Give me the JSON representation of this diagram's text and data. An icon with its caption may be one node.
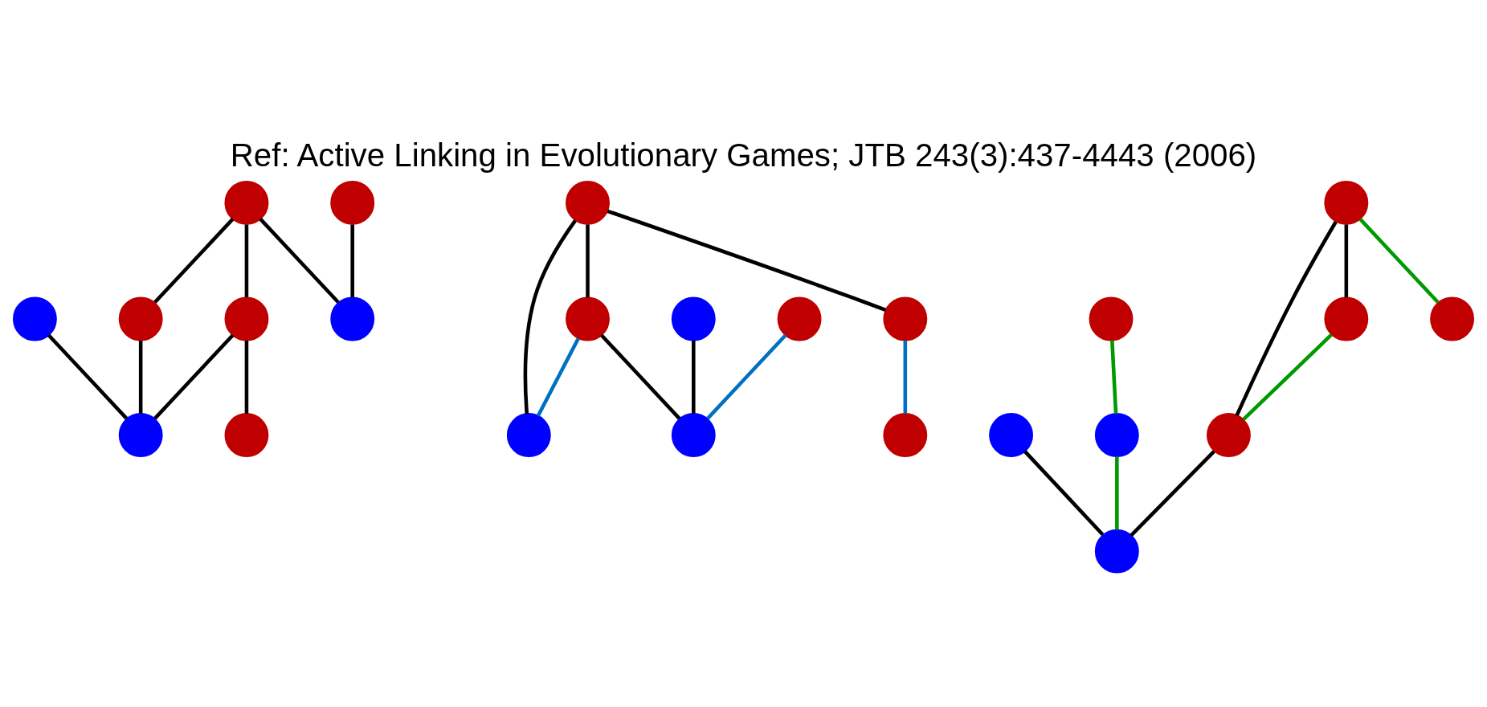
{
  "diagram": {
    "title": "Ref: Active Linking in Evolutionary Games; JTB 243(3):437-4443 (2006)",
    "nodes": [
      {
        "text": [],
        "shape": "circle"
      },
      {
        "text": [],
        "shape": "circle"
      },
      {
        "text": [],
        "shape": "circle"
      },
      {
        "text": [],
        "shape": "circle"
      },
      {
        "text": [],
        "shape": "circle"
      },
      {
        "text": [],
        "shape": "circle"
      },
      {
        "text": [],
        "shape": "circle"
      },
      {
        "text": [],
        "shape": "circle"
      },
      {
        "text": [],
        "shape": "circle"
      },
      {
        "text": [],
        "shape": "circle"
      },
      {
        "text": [],
        "shape": "circle"
      },
      {
        "text": [],
        "shape": "circle"
      },
      {
        "text": [],
        "shape": "circle"
      },
      {
        "text": [],
        "shape": "circle"
      },
      {
        "text": [],
        "shape": "circle"
      },
      {
        "text": [],
        "shape": "circle"
      },
      {
        "text": [],
        "shape": "circle"
      },
      {
        "text": [],
        "shape": "circle"
      },
      {
        "text": [],
        "shape": "circle"
      },
      {
        "text": [],
        "shape": "circle"
      },
      {
        "text": [],
        "shape": "circle"
      },
      {
        "text": [],
        "shape": "circle"
      },
      {
        "text": [],
        "shape": "circle"
      },
      {
        "text": [],
        "shape": "circle"
      }
    ],
    "edges": [
      {
        "from": 1,
        "to": 0,
        "arrow": "none"
      },
      {
        "from": 1,
        "to": 2,
        "arrow": "none"
      },
      {
        "from": 1,
        "to": 5,
        "arrow": "none"
      },
      {
        "from": 0,
        "to": 6,
        "arrow": "none"
      },
      {
        "from": 0,
        "to": 7,
        "arrow": "none"
      },
      {
        "from": 2,
        "to": 6,
        "arrow": "none"
      },
      {
        "from": 3,
        "to": 6,
        "arrow": "none"
      },
      {
        "from": 4,
        "to": 5,
        "arrow": "none"
      },
      {
        "from": 9,
        "to": 8,
        "arrow": "none"
      },
      {
        "from": 9,
        "to": 10,
        "arrow": "none"
      },
      {
        "from": 9,
        "to": 13,
        "arrow": "none"
      },
      {
        "from": 8,
        "to": 14,
        "arrow": "none"
      },
      {
        "from": 11,
        "to": 14,
        "arrow": "none"
      },
      {
        "from": 8,
        "to": 13,
        "arrow": "none",
        "color": "#0070c0"
      },
      {
        "from": 10,
        "to": 12,
        "arrow": "none",
        "color": "#0070c0"
      },
      {
        "from": 15,
        "to": 14,
        "arrow": "none",
        "color": "#0070c0"
      },
      {
        "from": 17,
        "to": 16,
        "arrow": "none"
      },
      {
        "from": 17,
        "to": 18,
        "arrow": "none"
      },
      {
        "from": 16,
        "to": 22,
        "arrow": "none"
      },
      {
        "from": 19,
        "to": 22,
        "arrow": "none"
      },
      {
        "from": 18,
        "to": 16,
        "arrow": "none",
        "color": "#009900"
      },
      {
        "from": 17,
        "to": 23,
        "arrow": "none",
        "color": "#009900"
      },
      {
        "from": 20,
        "to": 21,
        "arrow": "none",
        "color": "#009900"
      },
      {
        "from": 21,
        "to": 22,
        "arrow": "none",
        "color": "#009900"
      }
    ]
  }
}
